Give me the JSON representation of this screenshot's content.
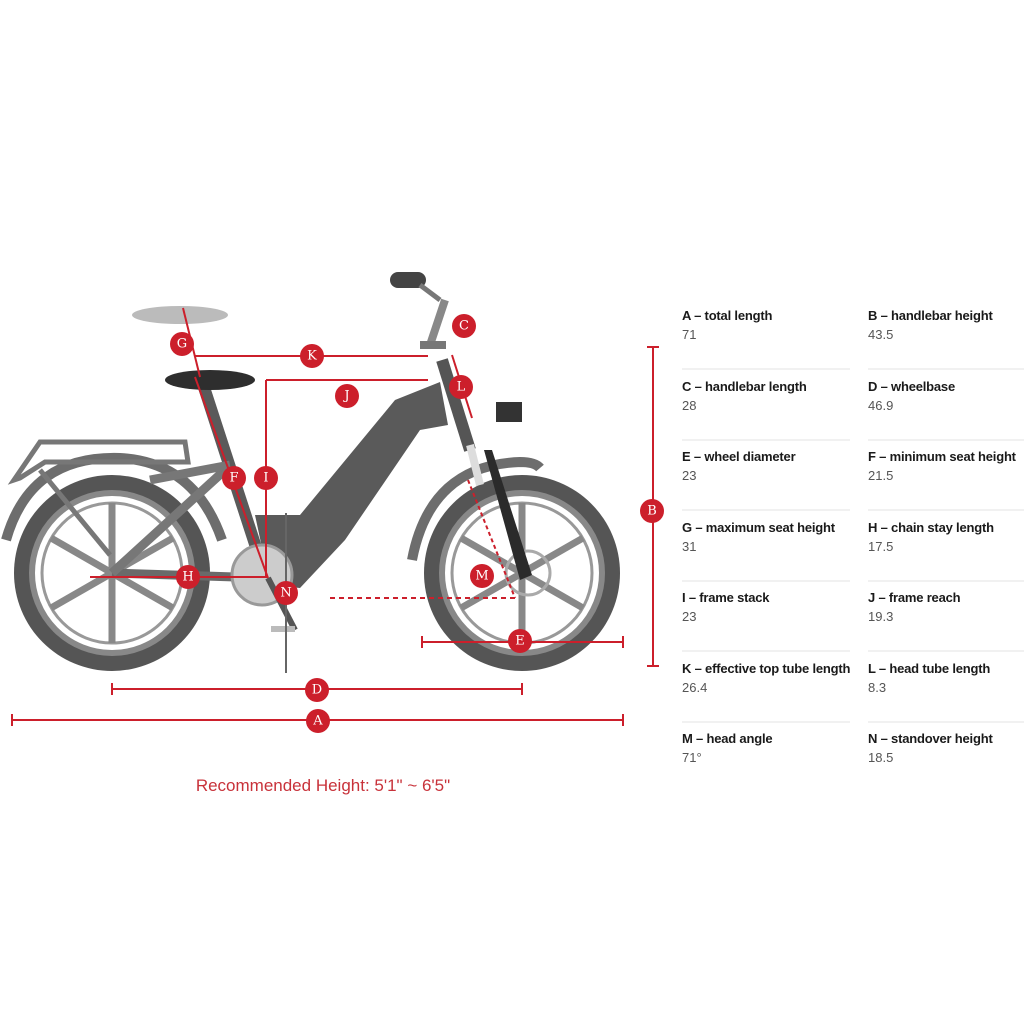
{
  "markers": {
    "A": "A",
    "B": "B",
    "C": "C",
    "D": "D",
    "E": "E",
    "F": "F",
    "G": "G",
    "H": "H",
    "I": "I",
    "J": "J",
    "K": "K",
    "L": "L",
    "M": "M",
    "N": "N"
  },
  "recommended_height": "Recommended Height: 5'1\" ~ 6'5\"",
  "specs": [
    {
      "label": "A – total length",
      "value": "71"
    },
    {
      "label": "B – handlebar height",
      "value": "43.5"
    },
    {
      "label": "C – handlebar length",
      "value": "28"
    },
    {
      "label": "D – wheelbase",
      "value": "46.9"
    },
    {
      "label": "E – wheel diameter",
      "value": "23"
    },
    {
      "label": "F – minimum seat height",
      "value": "21.5"
    },
    {
      "label": "G – maximum seat height",
      "value": "31"
    },
    {
      "label": "H – chain stay length",
      "value": "17.5"
    },
    {
      "label": "I – frame stack",
      "value": "23"
    },
    {
      "label": "J – frame reach",
      "value": "19.3"
    },
    {
      "label": "K – effective top tube length",
      "value": "26.4"
    },
    {
      "label": "L – head tube length",
      "value": "8.3"
    },
    {
      "label": "M – head angle",
      "value": "71°"
    },
    {
      "label": "N – standover height",
      "value": "18.5"
    }
  ],
  "colors": {
    "accent": "#cc1f2b",
    "frame": "#5a5a5a"
  }
}
